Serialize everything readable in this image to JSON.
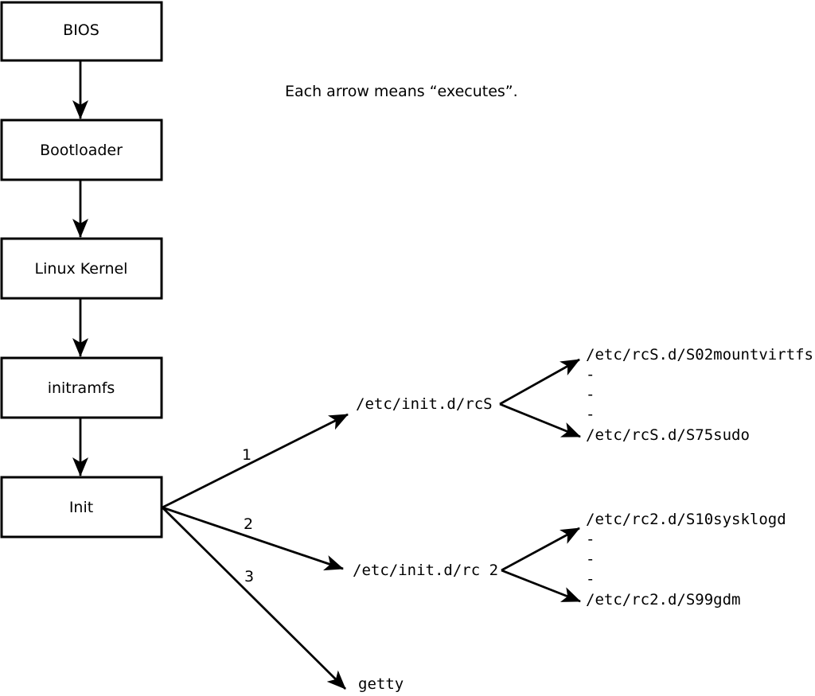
{
  "diagram": {
    "note": "Each arrow means “executes”.",
    "colors": {
      "line": "#000000",
      "background": "#ffffff",
      "box_fill": "#ffffff"
    },
    "boot_chain": [
      {
        "label": "BIOS"
      },
      {
        "label": "Bootloader"
      },
      {
        "label": "Linux Kernel"
      },
      {
        "label": "initramfs"
      },
      {
        "label": "Init"
      }
    ],
    "init_branches": [
      {
        "number": "1",
        "target": "/etc/init.d/rcS",
        "children": [
          "/etc/rcS.d/S02mountvirtfs",
          "-",
          "-",
          "-",
          "/etc/rcS.d/S75sudo"
        ]
      },
      {
        "number": "2",
        "target": "/etc/init.d/rc 2",
        "children": [
          "/etc/rc2.d/S10sysklogd",
          "-",
          "-",
          "-",
          "/etc/rc2.d/S99gdm"
        ]
      },
      {
        "number": "3",
        "target": "getty",
        "children": []
      }
    ]
  }
}
